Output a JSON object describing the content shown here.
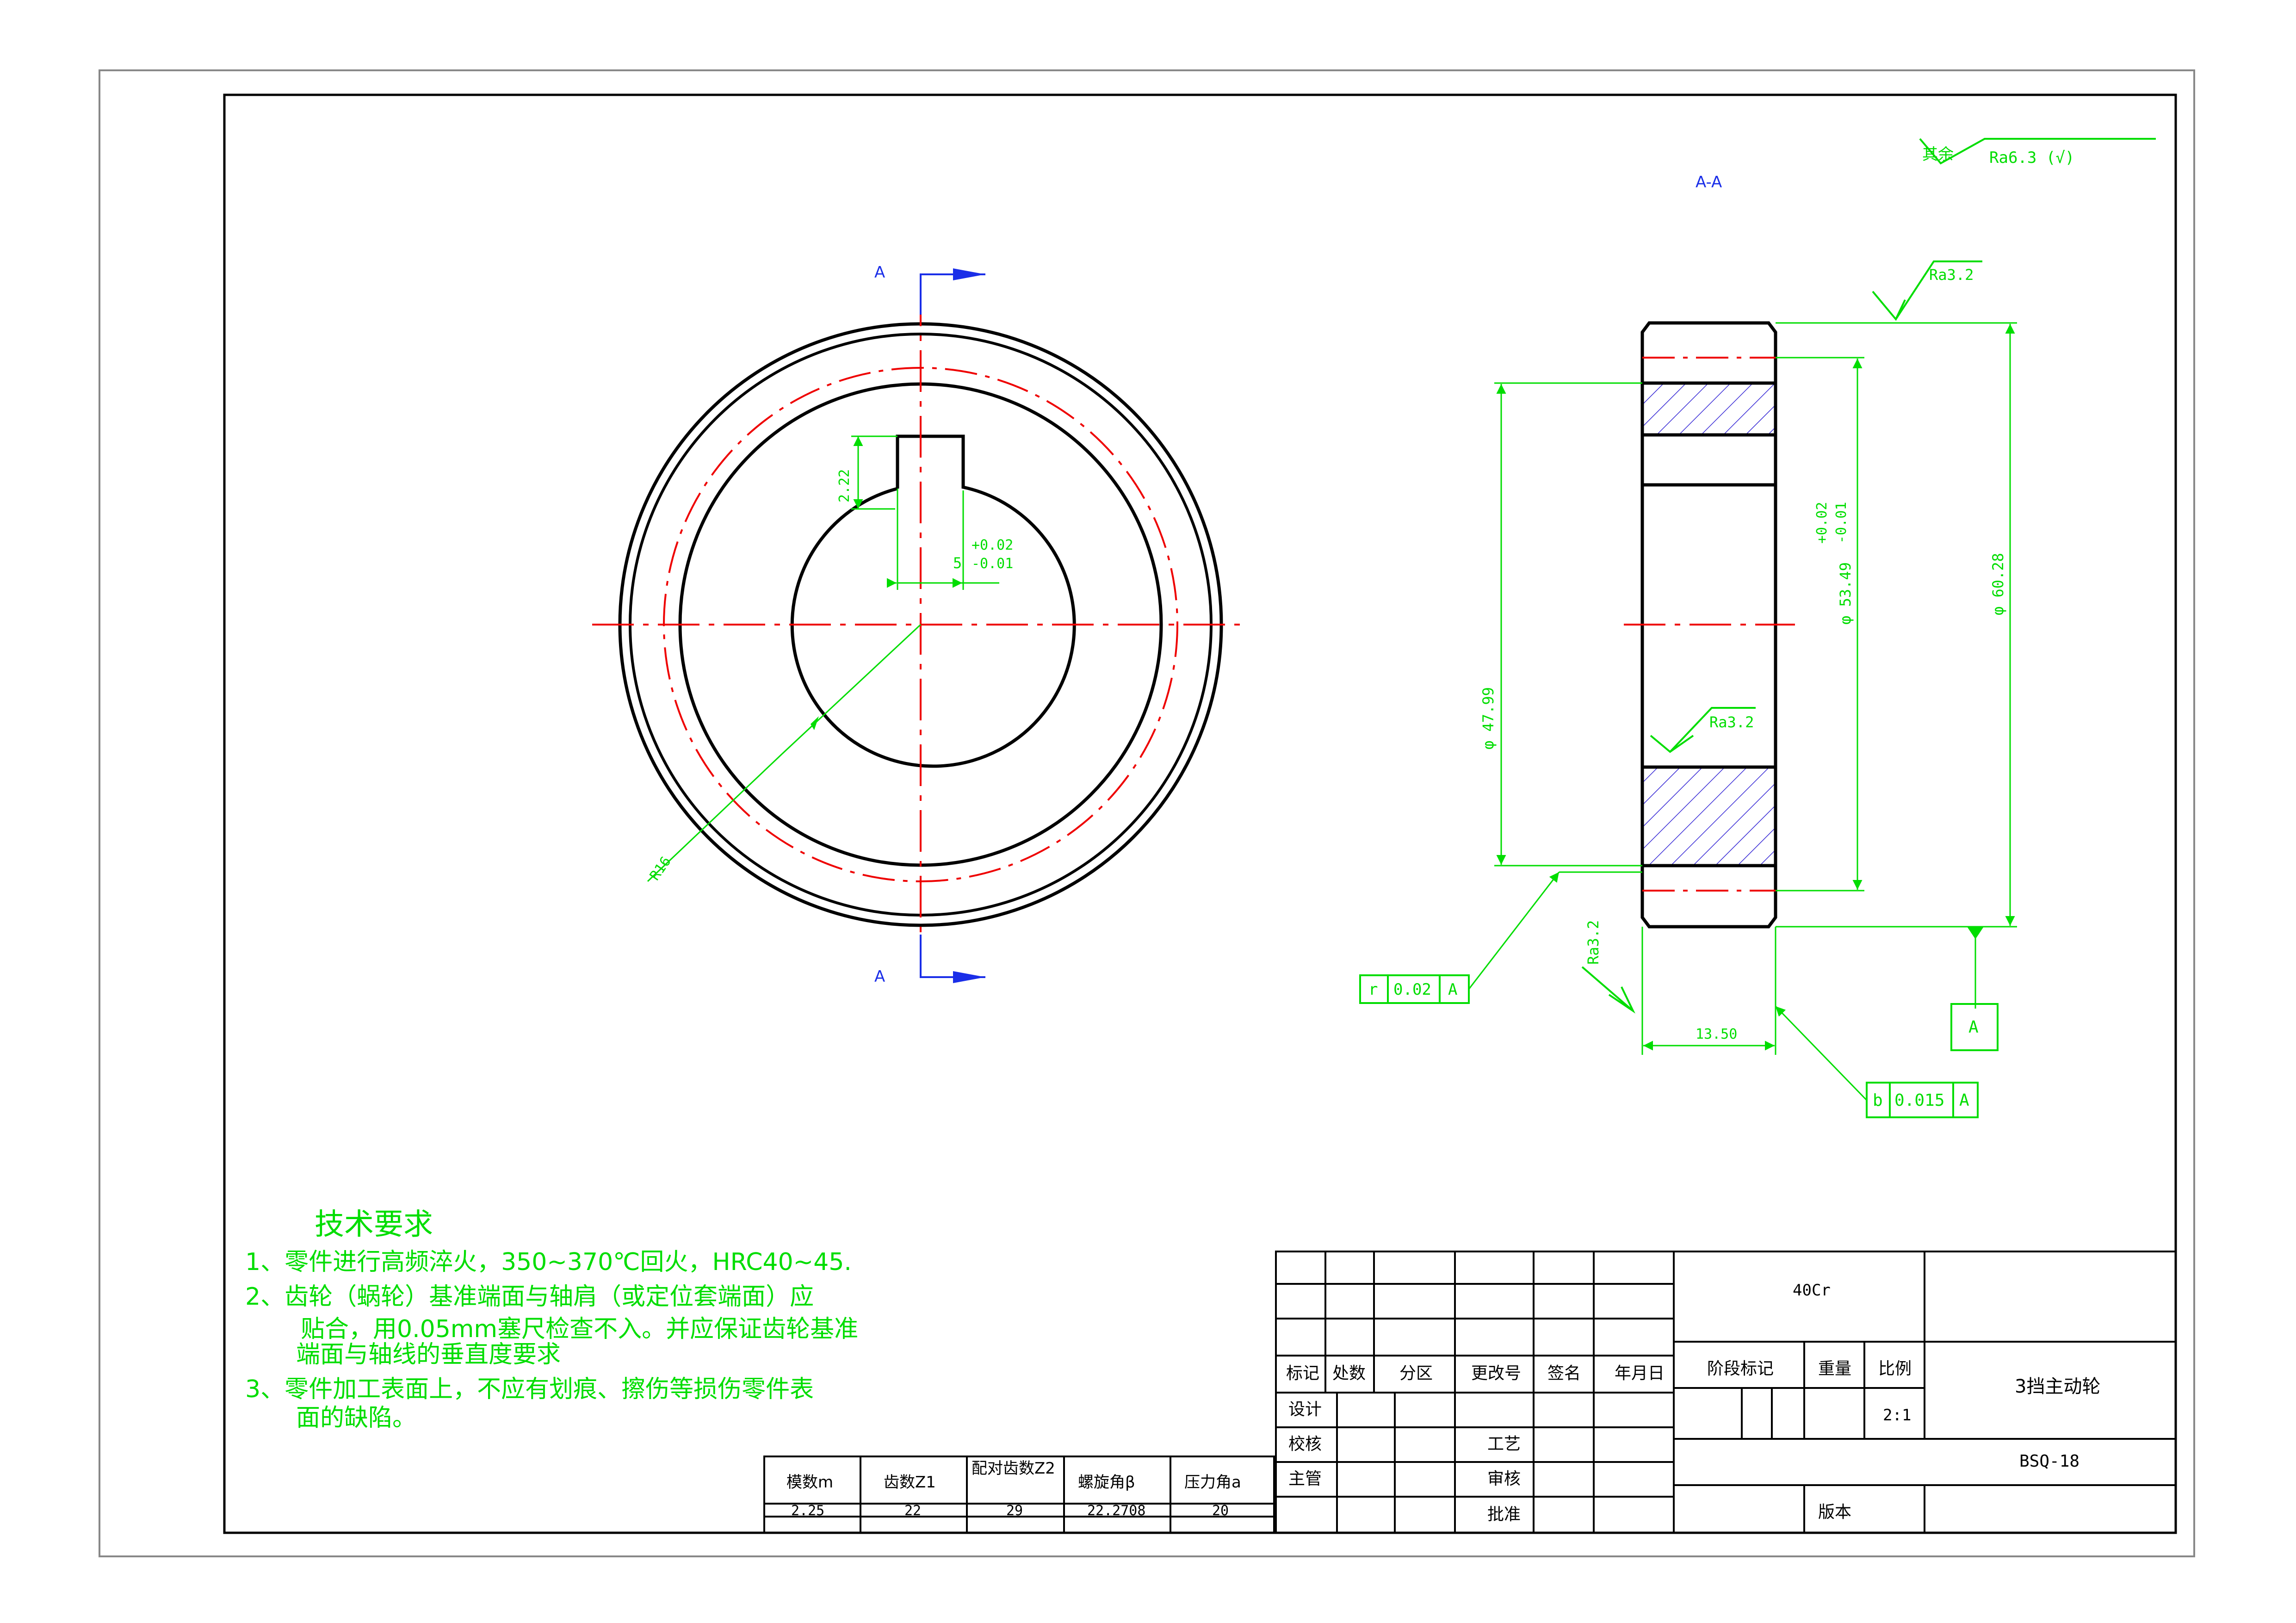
{
  "view": {
    "section_mark": "A",
    "section_title": "A-A"
  },
  "dimensions": {
    "keyway_depth": "2.22",
    "keyway_width": "5",
    "keyway_tol_upper": "+0.02",
    "keyway_tol_lower": "-0.01",
    "bore_radius": "R16",
    "outer_diameter": "φ 60.28",
    "pitch_diameter": "φ 53.49",
    "pitch_tol_upper": "+0.02",
    "pitch_tol_lower": "-0.01",
    "hub_diameter": "φ 47.99",
    "face_width": "13.50"
  },
  "roughness": {
    "general": "其余",
    "general_value": "Ra6.3 (√)",
    "top": "Ra3.2",
    "bore": "Ra3.2",
    "face": "Ra3.2"
  },
  "tolerance_frames": {
    "runout": {
      "symbol": "r",
      "value": "0.02",
      "datum": "A"
    },
    "perpendicularity": {
      "symbol": "b",
      "value": "0.015",
      "datum": "A"
    },
    "datum_label": "A"
  },
  "technical_requirements": {
    "title": "技术要求",
    "lines": [
      "1、零件进行高频淬火，350~370℃回火，HRC40~45.",
      "2、齿轮（蜗轮）基准端面与轴肩（或定位套端面）应",
      "贴合，用0.05mm塞尺检查不入。并应保证齿轮基准",
      "端面与轴线的垂直度要求",
      "3、零件加工表面上，不应有划痕、擦伤等损伤零件表",
      "面的缺陷。"
    ]
  },
  "gear_params": {
    "headers": [
      "模数m",
      "齿数Z1",
      "配对齿数Z2",
      "螺旋角β",
      "压力角a"
    ],
    "values": [
      "2.25",
      "22",
      "29",
      "22.2708",
      "20"
    ]
  },
  "title_block": {
    "material": "40Cr",
    "part_name": "3挡主动轮",
    "drawing_no": "BSQ-18",
    "scale": "2:1",
    "revision_headers": [
      "标记",
      "处数",
      "分区",
      "更改号",
      "签名",
      "年月日"
    ],
    "stage_mark": "阶段标记",
    "weight": "重量",
    "scale_label": "比例",
    "design": "设计",
    "check": "校核",
    "supervisor": "主管",
    "process": "工艺",
    "review": "审核",
    "approve": "批准",
    "version": "版本"
  }
}
